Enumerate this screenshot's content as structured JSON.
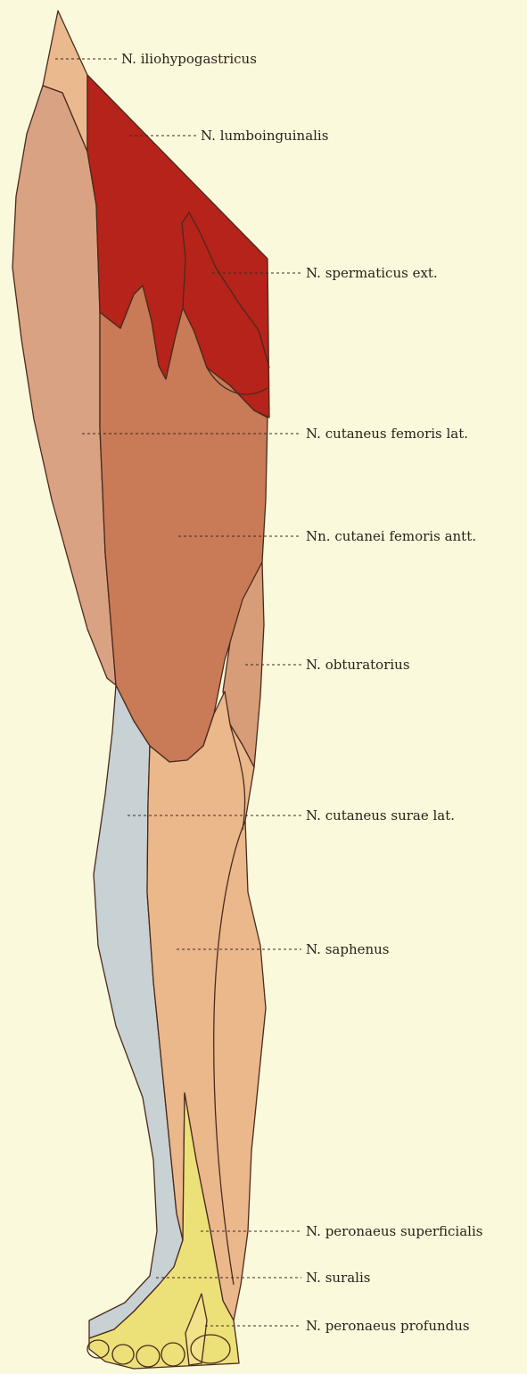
{
  "labels": {
    "iliohypogastricus": "N. iliohypogastricus",
    "lumboinguinalis": "N. lumboinguinalis",
    "spermaticus_ext": "N. spermaticus ext.",
    "cutaneus_femoris_lat": "N. cutaneus femoris lat.",
    "cutanei_femoris_antt": "Nn. cutanei femoris antt.",
    "obturatorius": "N. obturatorius",
    "cutaneus_surae_lat": "N. cutaneus surae lat.",
    "saphenus": "N. saphenus",
    "peronaeus_superficialis": "N. peronaeus superficialis",
    "suralis": "N. suralis",
    "peronaeus_profundus": "N. peronaeus profundus"
  },
  "colors": {
    "background": "#fbf9dc",
    "iliohypogastricus": "#eab98e",
    "lumboinguinalis": "#b5231a",
    "cutaneus_femoris_lat": "#d9a282",
    "cutanei_femoris_antt": "#c87b56",
    "obturatorius": "#d79c78",
    "cutaneus_surae_lat": "#c8d1d3",
    "saphenus": "#ebb88c",
    "peronaeus_superficialis": "#ece179",
    "peronaeus_profundus": "#f0e38a"
  }
}
